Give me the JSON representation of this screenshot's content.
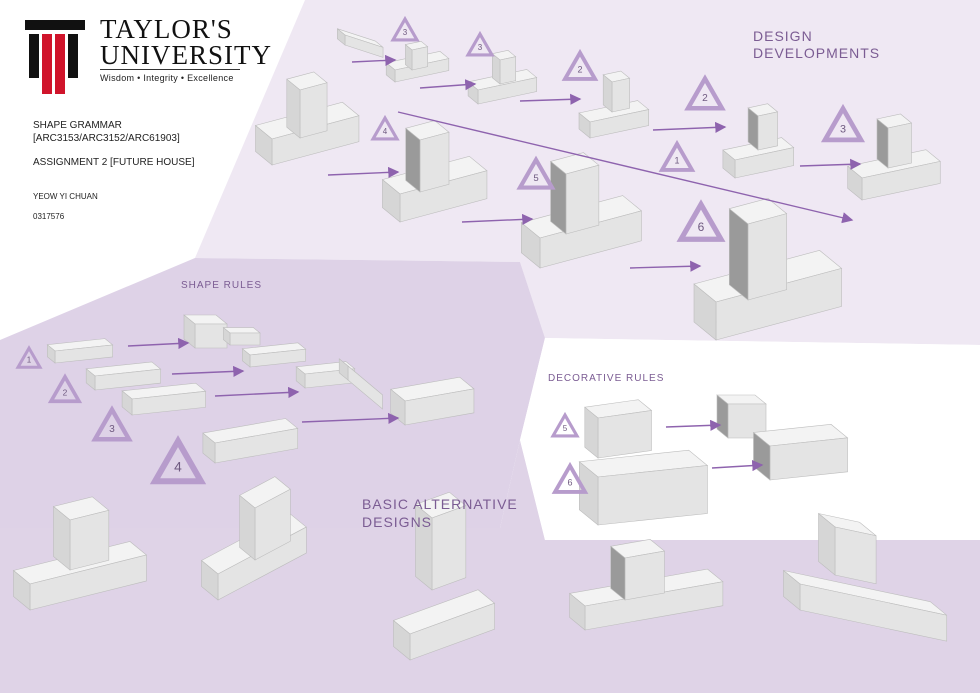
{
  "header": {
    "university_line1": "TAYLOR'S",
    "university_line2": "UNIVERSITY",
    "motto": "Wisdom • Integrity • Excellence"
  },
  "info": {
    "course": "SHAPE GRAMMAR",
    "codes": "[ARC3153/ARC3152/ARC61903]",
    "assignment": "ASSIGNMENT 2 [FUTURE HOUSE]",
    "student": "YEOW YI CHUAN",
    "student_id": "0317576"
  },
  "sections": {
    "design_developments_line1": "DESIGN",
    "design_developments_line2": "DEVELOPMENTS",
    "shape_rules": "SHAPE RULES",
    "decorative_rules": "DECORATIVE RULES",
    "basic_alternative_line1": "BASIC ALTERNATIVE",
    "basic_alternative_line2": "DESIGNS"
  },
  "colors": {
    "accent": "#8e63ae",
    "panel_dark": "#ddd0e6",
    "panel_light": "#efe8f3",
    "block_top": "#f3f3f3",
    "block_side": "#d6d6d6",
    "block_dark": "#9a9a9a"
  },
  "shape_rule_numbers": [
    "1",
    "2",
    "3",
    "4"
  ],
  "decorative_rule_numbers": [
    "5",
    "6"
  ],
  "development_rule_numbers": [
    "3",
    "3",
    "2",
    "2",
    "3",
    "4",
    "1",
    "5",
    "6"
  ]
}
